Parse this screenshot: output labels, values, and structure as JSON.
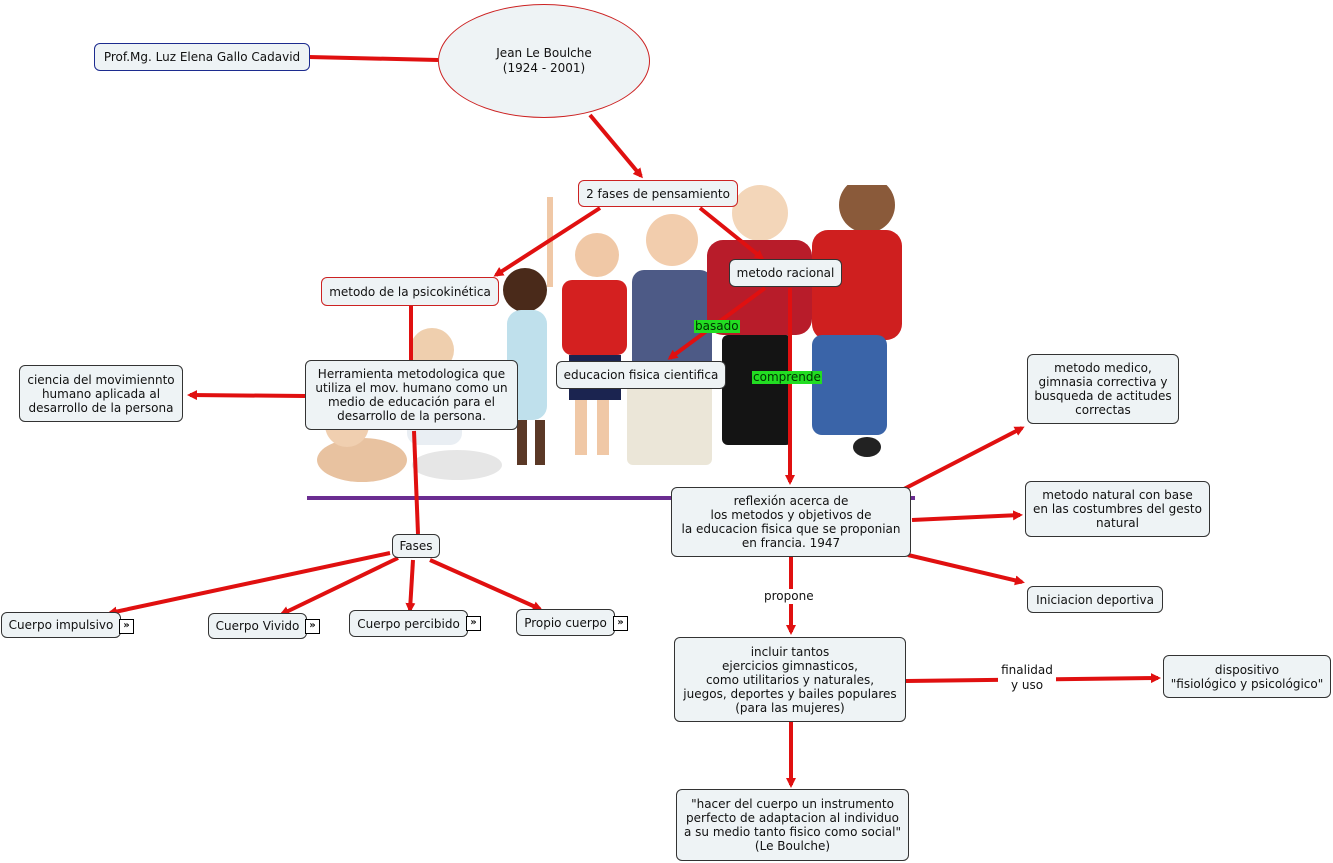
{
  "nodes": {
    "root": "Jean Le Boulche\n(1924 - 2001)",
    "author": "Prof.Mg. Luz Elena Gallo Cadavid",
    "fases_pensamiento": "2 fases de pensamiento",
    "psicokinetica": "metodo de la psicokinética",
    "racional": "metodo racional",
    "educacion_cientifica": "educacion fisica cientifica",
    "herramienta": "Herramienta metodologica que\nutiliza el mov. humano como un\nmedio de educación para el\ndesarrollo de la persona.",
    "ciencia": "ciencia del movimiennto\nhumano aplicada al\ndesarrollo de la persona",
    "fases": "Fases",
    "cuerpo_impulsivo": "Cuerpo impulsivo",
    "cuerpo_vivido": "Cuerpo Vivido",
    "cuerpo_percibido": "Cuerpo percibido",
    "propio_cuerpo": "Propio cuerpo",
    "reflexion": "reflexión acerca de\nlos metodos y objetivos de\nla educacion fisica que se proponian\nen francia. 1947",
    "medico": "metodo medico,\ngimnasia correctiva y\nbusqueda de actitudes\ncorrectas",
    "natural": "metodo natural con base\nen las costumbres del gesto\nnatural",
    "iniciacion": "Iniciacion deportiva",
    "incluir": "incluir  tantos\nejercicios gimnasticos,\ncomo utilitarios y naturales,\njuegos, deportes y bailes populares\n(para las mujeres)",
    "dispositivo": "dispositivo\n\"fisiológico y psicológico\"",
    "hacer": "\"hacer del cuerpo un instrumento\nperfecto de adaptacion al individuo\na su medio tanto fisico como social\"\n(Le Boulche)"
  },
  "link_labels": {
    "basado": "basado",
    "comprende": "comprende",
    "propone": "propone",
    "finalidad": "finalidad\ny uso"
  },
  "expand_icon": "»",
  "colors": {
    "arrow": "#e01010",
    "node_fill": "#eef3f5",
    "label_green": "#22dd22",
    "photo_bar": "#6b2d91"
  }
}
